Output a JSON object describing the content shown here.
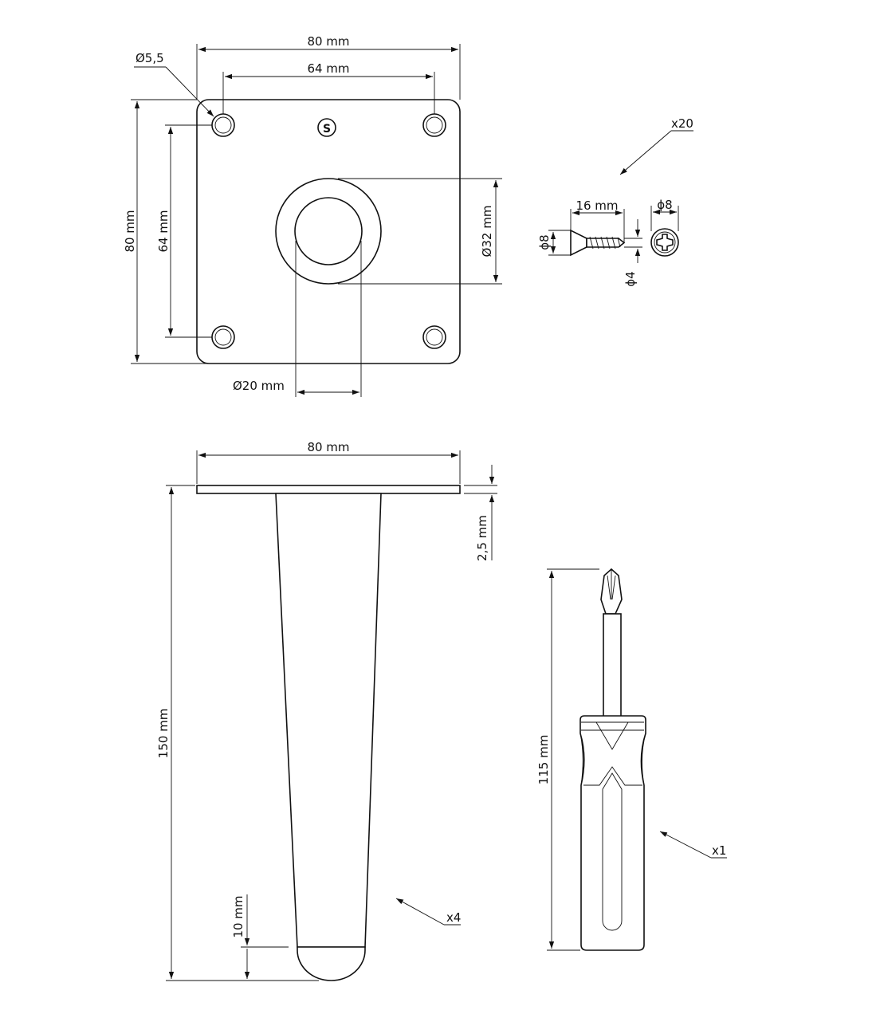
{
  "plate_top": {
    "width_label": "80 mm",
    "hole_spacing_label": "64 mm",
    "hole_diameter_label": "Ø5,5",
    "height_label": "80 mm",
    "hole_spacing_vertical_label": "64 mm",
    "outer_ring_label": "Ø32 mm",
    "inner_ring_label": "Ø20 mm",
    "logo_text": "S"
  },
  "screw": {
    "quantity_label": "x20",
    "length_label": "16 mm",
    "head_diameter_label": "ϕ8",
    "head_front_label": "ϕ8",
    "shank_diameter_label": "ϕ4"
  },
  "leg_side": {
    "plate_width_label": "80 mm",
    "plate_thickness_label": "2,5 mm",
    "total_height_label": "150 mm",
    "foot_cap_label": "10 mm",
    "quantity_label": "x4"
  },
  "screwdriver": {
    "length_label": "115 mm",
    "quantity_label": "x1"
  }
}
